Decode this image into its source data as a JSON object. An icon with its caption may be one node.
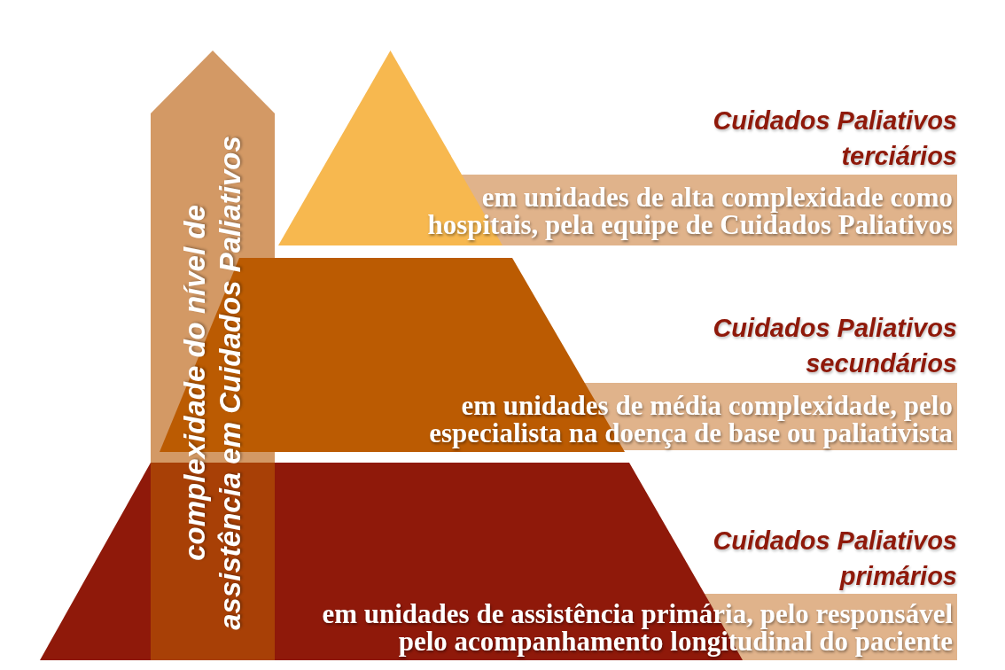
{
  "diagram": {
    "nodes": [
      {
        "text": [
          "complexidade do nível de assistência em Cuidados Paliativos"
        ]
      },
      {
        "text": [],
        "shape": "triangle"
      },
      {
        "text": [
          "Cuidados Paliativos terciários",
          "em unidades de alta complexidade como hospitais, pela equipe de Cuidados Paliativos"
        ]
      },
      {
        "text": [],
        "shape": "trapezoid"
      },
      {
        "text": [
          "Cuidados Paliativos secundários",
          "em unidades de média complexidade, pelo especialista na doença de base ou paliativista"
        ]
      },
      {
        "text": [],
        "shape": "trapezoid"
      },
      {
        "text": [
          "Cuidados Paliativos primários",
          "em unidades de assistência primária, pelo responsável pelo acompanhamento longitudinal do paciente"
        ]
      }
    ]
  }
}
